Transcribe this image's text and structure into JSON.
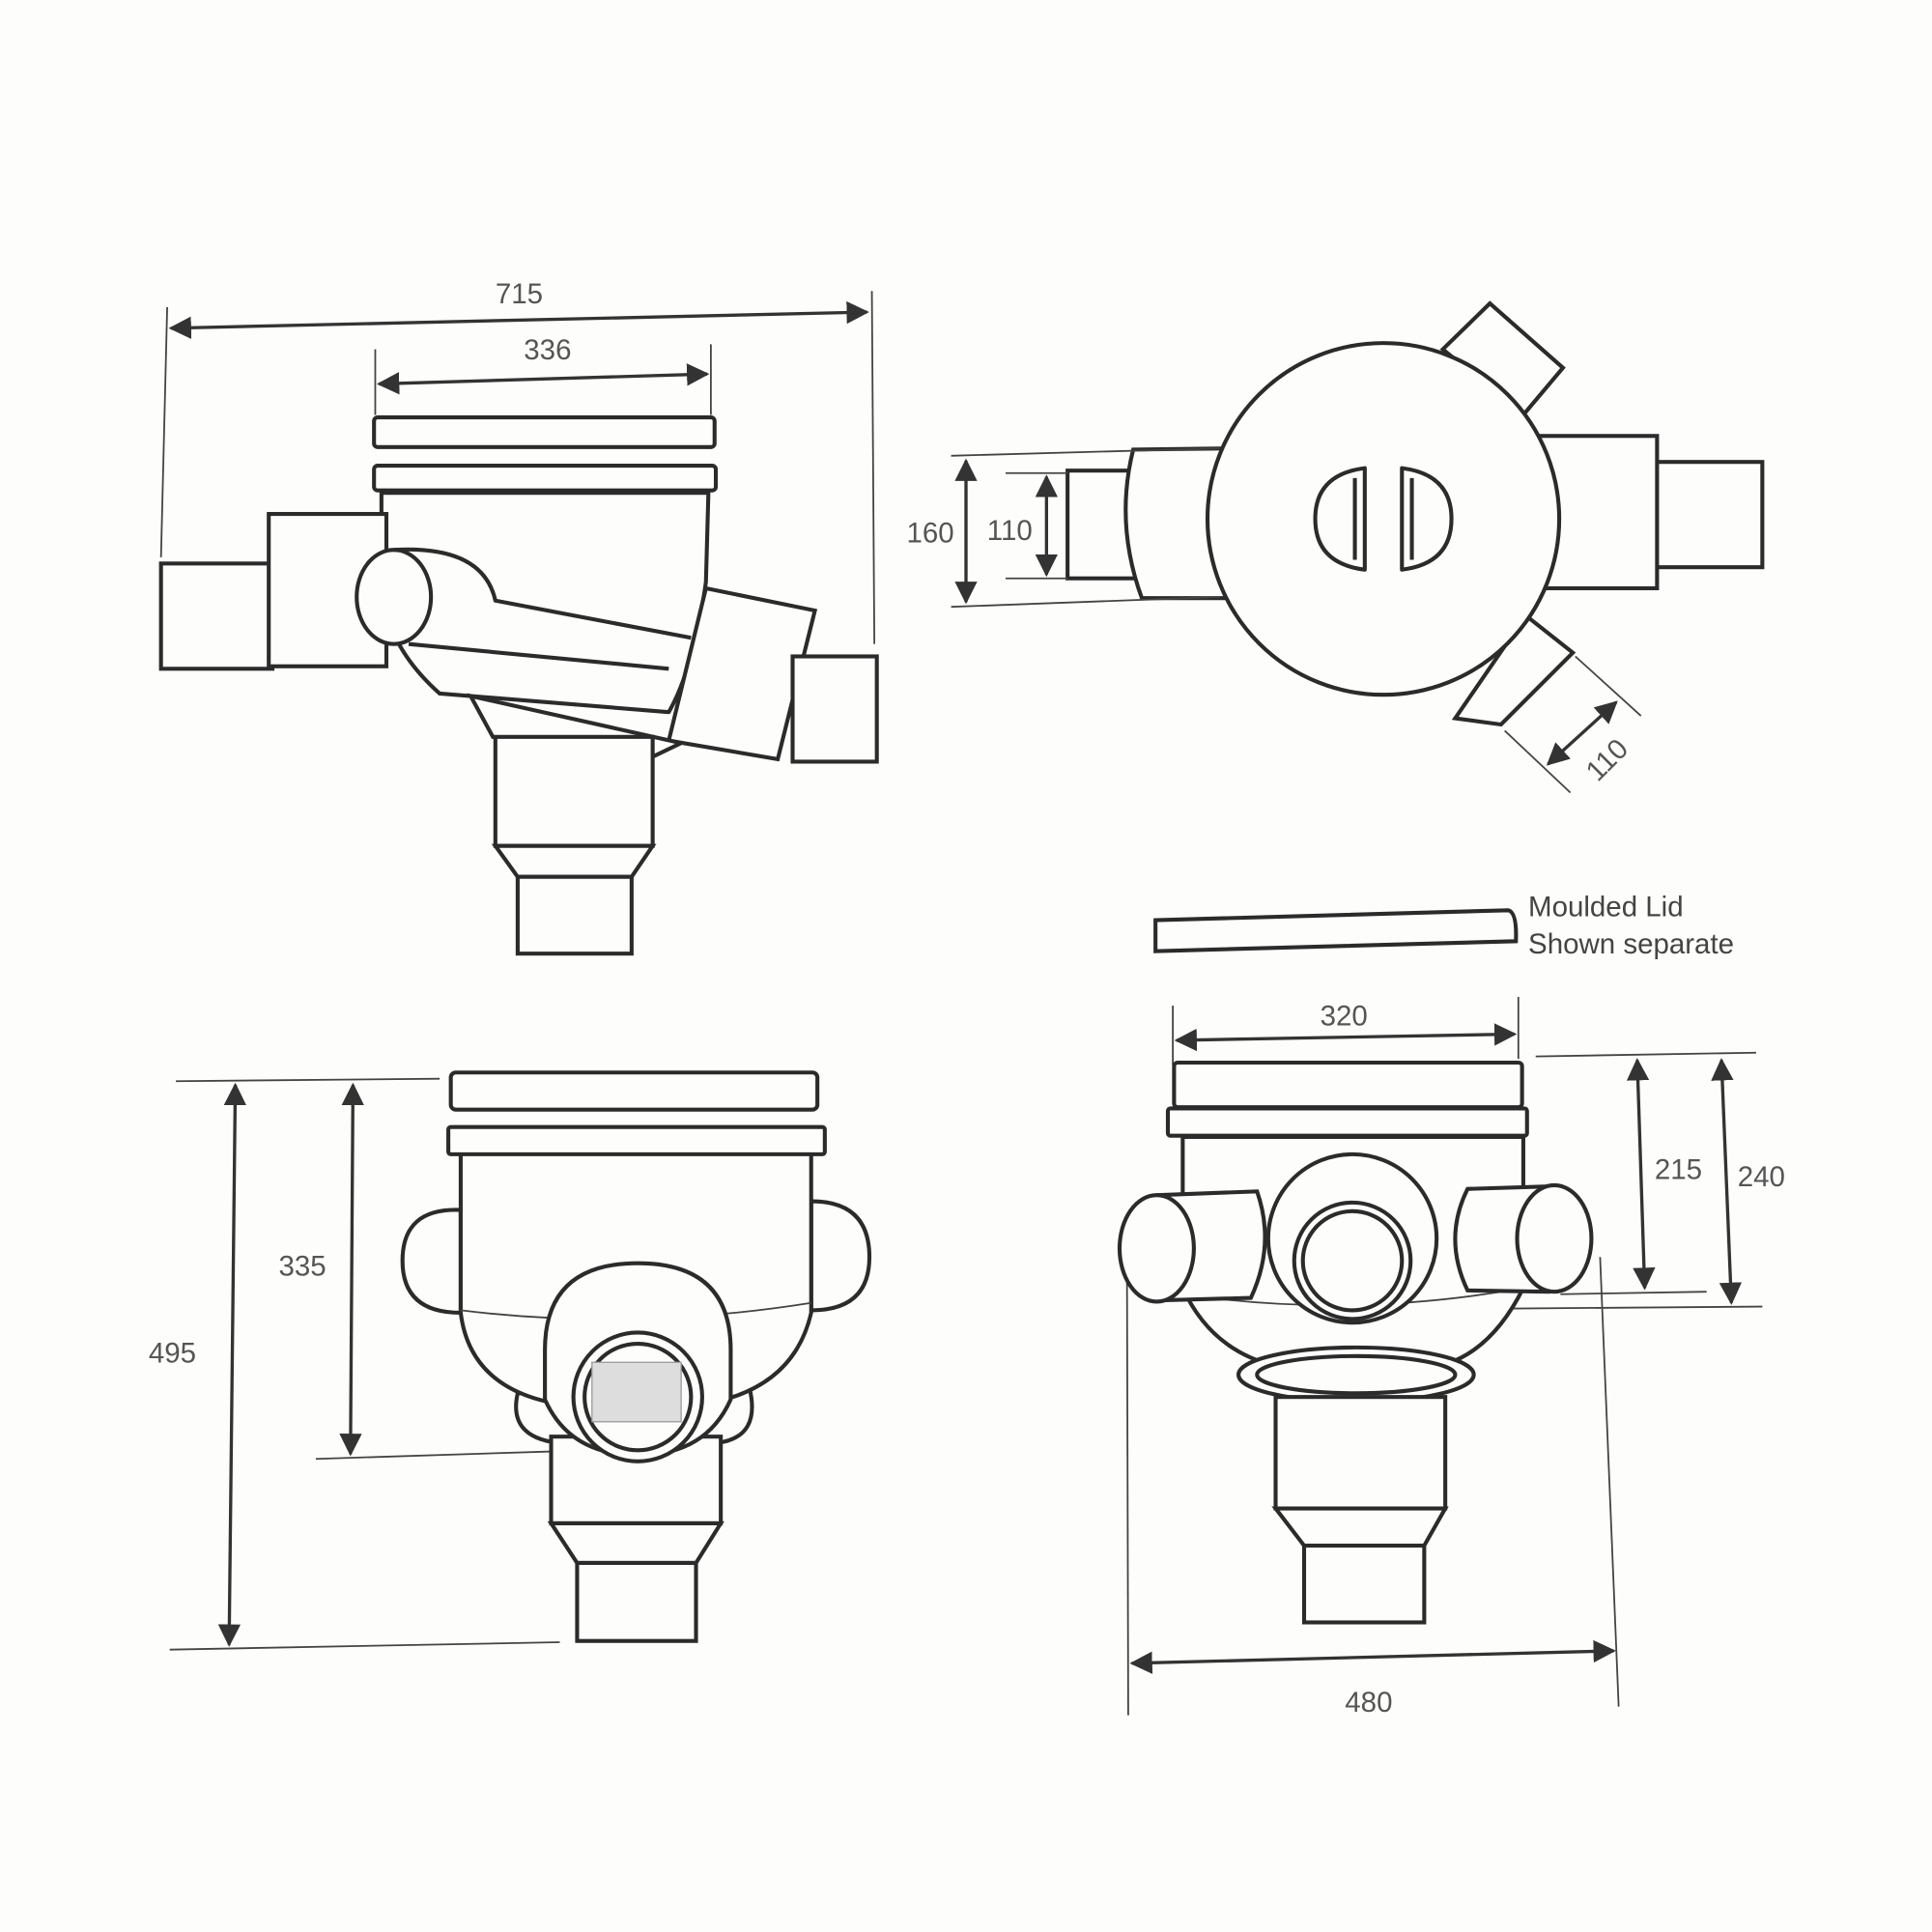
{
  "diagram": {
    "side_view": {
      "overall_width": "715",
      "top_width": "336"
    },
    "top_view": {
      "inlet_outer": "160",
      "inlet_inner": "110",
      "branch_pipe": "110"
    },
    "front_view": {
      "body_height": "335",
      "overall_height": "495"
    },
    "end_view": {
      "lid_width": "320",
      "inlet_height_1": "215",
      "inlet_height_2": "240",
      "overall_width": "480"
    },
    "lid_note": {
      "line1": "Moulded Lid",
      "line2": "Shown separate"
    },
    "colors": {
      "line": "#2b2b2b",
      "text": "#555555",
      "background": "#fdfdfb"
    }
  }
}
